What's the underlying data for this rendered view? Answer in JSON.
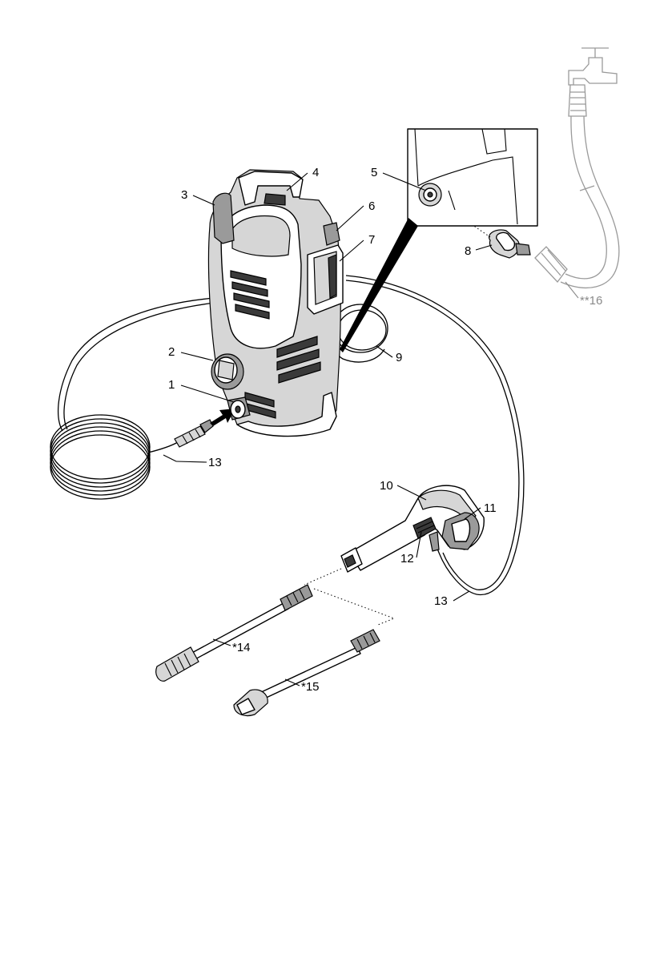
{
  "diagram": {
    "labels": {
      "l1": "1",
      "l2": "2",
      "l3": "3",
      "l4": "4",
      "l5": "5",
      "l6": "6",
      "l7": "7",
      "l8": "8",
      "l9": "9",
      "l10": "10",
      "l11": "11",
      "l12": "12",
      "l13a": "13",
      "l13b": "13",
      "l14": "*14",
      "l15": "*15",
      "l16": "**16"
    },
    "colors": {
      "line": "#000000",
      "faded": "#8a8a8a",
      "dark_fill": "#3a3a3a",
      "mid_fill": "#9a9a9a",
      "light_fill": "#d6d6d6"
    }
  }
}
